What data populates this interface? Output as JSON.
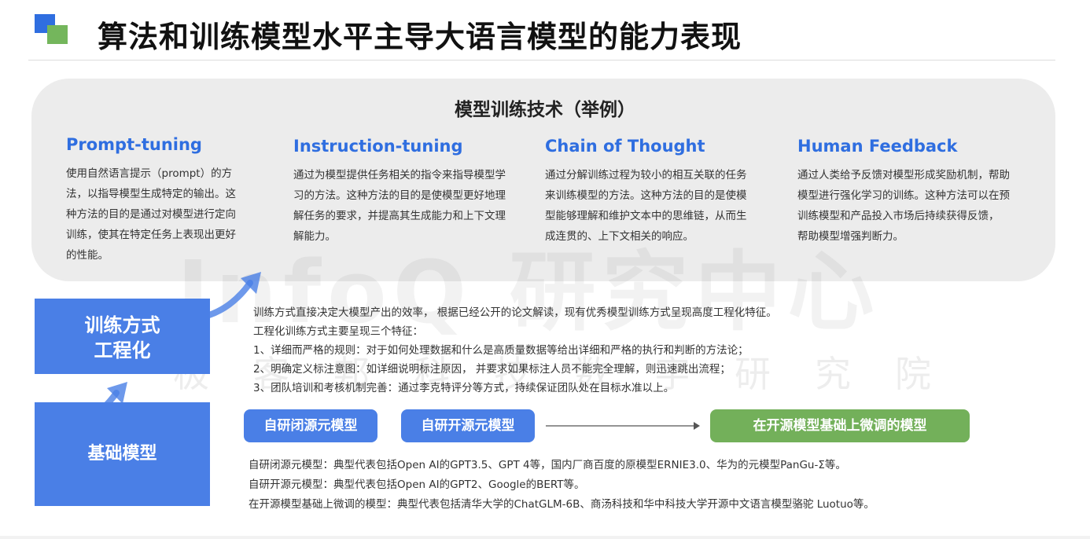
{
  "page": {
    "title": "算法和训练模型水平主导大语言模型的能力表现"
  },
  "panel": {
    "heading": "模型训练技术（举例）",
    "techniques": [
      {
        "name": "Prompt-tuning",
        "description": "使用自然语言提示（prompt）的方法，以指导模型生成特定的输出。这种方法的目的是通过对模型进行定向训练，使其在特定任务上表现出更好的性能。"
      },
      {
        "name": "Instruction-tuning",
        "description": "通过为模型提供任务相关的指令来指导模型学习的方法。这种方法的目的是使模型更好地理解任务的要求，并提高其生成能力和上下文理解能力。"
      },
      {
        "name": "Chain of Thought",
        "description": "通过分解训练过程为较小的相互关联的任务来训练模型的方法。这种方法的目的是使模型能够理解和维护文本中的思维链，从而生成连贯的、上下文相关的响应。"
      },
      {
        "name": "Human Feedback",
        "description": "通过人类给予反馈对模型形成奖励机制，帮助模型进行强化学习的训练。这种方法可以在预训练模型和产品投入市场后持续获得反馈， 帮助模型增强判断力。"
      }
    ]
  },
  "engineering": {
    "box_label": "训练方式工程化",
    "lines": [
      "训练方式直接决定大模型产出的效率， 根据已经公开的论文解读，现有优秀模型训练方式呈现高度工程化特征。",
      "工程化训练方式主要呈现三个特征：",
      "1、详细而严格的规则：对于如何处理数据和什么是高质量数据等给出详细和严格的执行和判断的方法论；",
      "2、明确定义标注意图：如详细说明标注原因， 并要求如果标注人员不能完全理解，则迅速跳出流程；",
      "3、团队培训和考核机制完善：通过李克特评分等方式，持续保证团队处在目标水准以上。"
    ]
  },
  "base": {
    "box_label": "基础模型",
    "tags": [
      "自研闭源元模型",
      "自研开源元模型",
      "在开源模型基础上微调的模型"
    ],
    "examples": [
      "自研闭源元模型：典型代表包括Open AI的GPT3.5、GPT 4等，国内厂商百度的原模型ERNIE3.0、华为的元模型PanGu-Σ等。",
      "自研开源元模型：典型代表包括Open AI的GPT2、Google的BERT等。",
      "在开源模型基础上微调的模型：典型代表包括清华大学的ChatGLM-6B、商汤科技和华中科技大学开源中文语言模型骆驼 Luotuo等。"
    ]
  },
  "watermark": {
    "main": "InfoQ 研究中心",
    "sub": "极客邦科技数字研究院"
  },
  "colors": {
    "blue": "#4a7fe6",
    "title_blue": "#2f6ee0",
    "green": "#73b05a",
    "panel_bg": "#ececec"
  }
}
